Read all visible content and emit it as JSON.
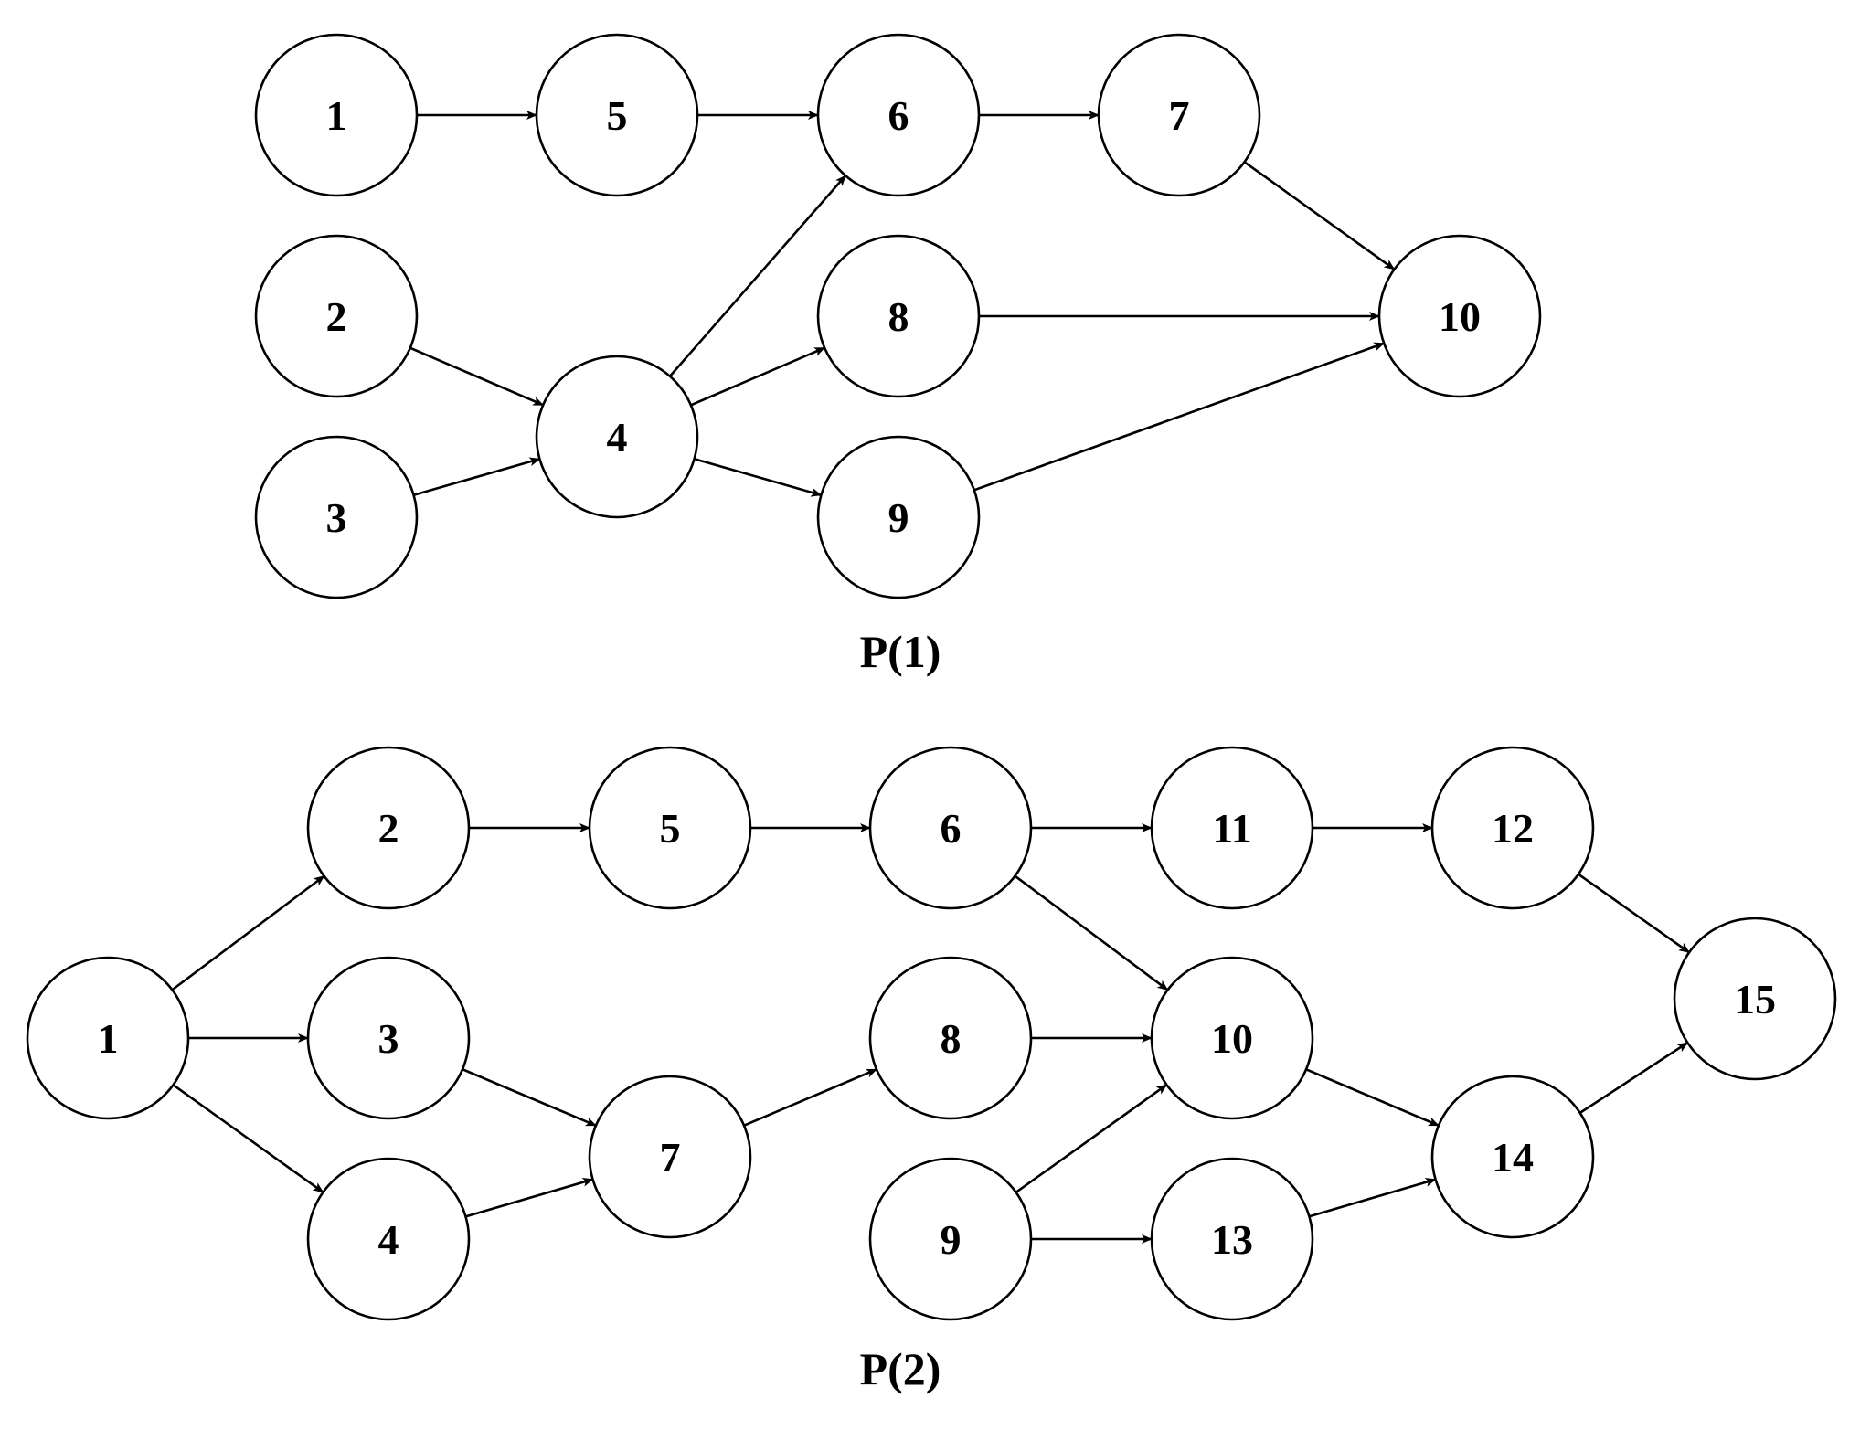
{
  "colors": {
    "stroke": "#000000",
    "fill": "#ffffff",
    "text": "#000000"
  },
  "diagrams": [
    {
      "caption": "P(1)",
      "nodes": [
        "1",
        "2",
        "3",
        "4",
        "5",
        "6",
        "7",
        "8",
        "9",
        "10"
      ],
      "edges": [
        [
          "1",
          "5"
        ],
        [
          "5",
          "6"
        ],
        [
          "6",
          "7"
        ],
        [
          "7",
          "10"
        ],
        [
          "2",
          "4"
        ],
        [
          "3",
          "4"
        ],
        [
          "4",
          "6"
        ],
        [
          "4",
          "8"
        ],
        [
          "4",
          "9"
        ],
        [
          "8",
          "10"
        ],
        [
          "9",
          "10"
        ]
      ]
    },
    {
      "caption": "P(2)",
      "nodes": [
        "1",
        "2",
        "3",
        "4",
        "5",
        "6",
        "7",
        "8",
        "9",
        "10",
        "11",
        "12",
        "13",
        "14",
        "15"
      ],
      "edges": [
        [
          "1",
          "2"
        ],
        [
          "1",
          "3"
        ],
        [
          "1",
          "4"
        ],
        [
          "2",
          "5"
        ],
        [
          "5",
          "6"
        ],
        [
          "6",
          "11"
        ],
        [
          "11",
          "12"
        ],
        [
          "12",
          "15"
        ],
        [
          "6",
          "10"
        ],
        [
          "3",
          "7"
        ],
        [
          "4",
          "7"
        ],
        [
          "7",
          "8"
        ],
        [
          "8",
          "10"
        ],
        [
          "9",
          "10"
        ],
        [
          "9",
          "13"
        ],
        [
          "10",
          "14"
        ],
        [
          "13",
          "14"
        ],
        [
          "14",
          "15"
        ]
      ]
    }
  ]
}
